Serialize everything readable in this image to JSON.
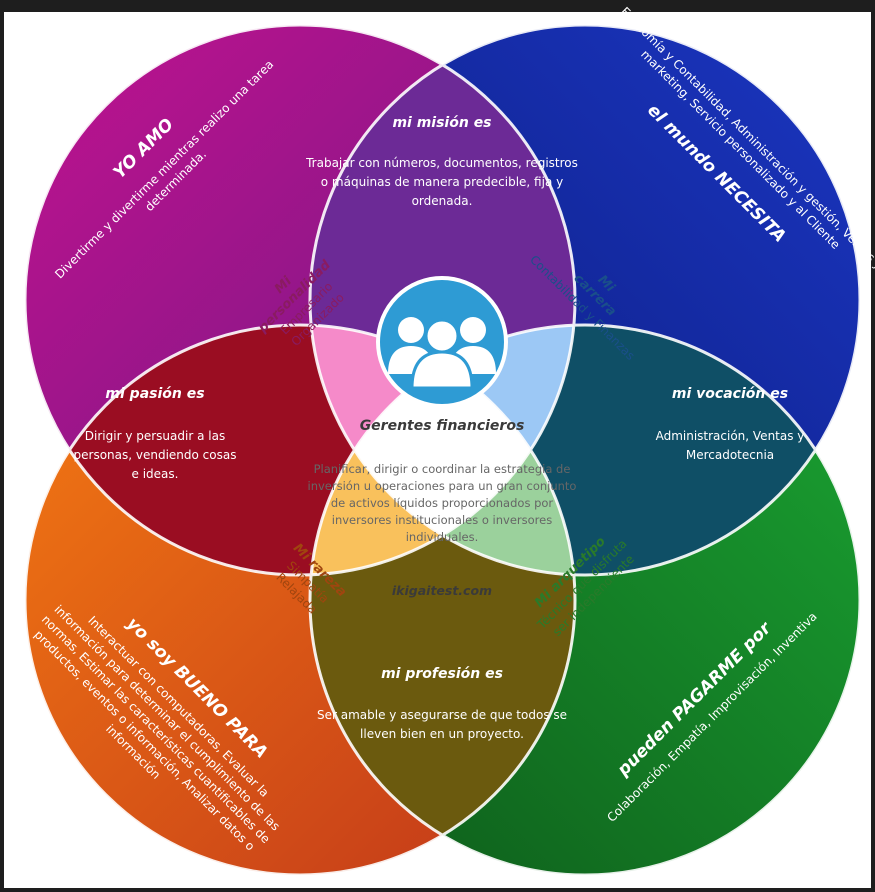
{
  "center": {
    "title": "Gerentes financieros",
    "description": [
      "Planificar, dirigir o coordinar la estrategia de",
      "inversión u operaciones para un gran conjunto",
      "de activos líquidos proporcionados por",
      "inversores institucionales o inversores",
      "individuales."
    ],
    "site": "ikigaitest.com",
    "icon": "people-group-icon"
  },
  "circles": {
    "love": {
      "heading": "YO AMO",
      "lines": [
        "Divertirme y divertirme mientras realizo una tarea",
        "determinada."
      ],
      "color_from": "#c0128f",
      "color_to": "#6a1a84"
    },
    "world_needs": {
      "heading": "el mundo NECESITA",
      "lines": [
        "Economía y Contabilidad, Administración y gestión, Ventas y",
        "marketing, Servicio personalizado y al Cliente"
      ],
      "color_from": "#1b36c2",
      "color_to": "#0b1a78"
    },
    "good_at": {
      "heading": "yo soy BUENO PARA",
      "lines": [
        "Interactuar con computadoras, Evaluar la",
        "información para determinar el cumplimiento de las",
        "normas, Estimar las características cuantificables de",
        "productos, eventos o información, Analizar datos o",
        "información"
      ],
      "color_from": "#f47a12",
      "color_to": "#c0361a"
    },
    "paid_for": {
      "heading": "pueden PAGARME por",
      "lines": [
        "Colaboración, Empatía, Improvisación, Inventiva"
      ],
      "color_from": "#1aa332",
      "color_to": "#0e5a1a"
    }
  },
  "petals": {
    "mission": {
      "heading": "mi misión es",
      "lines": [
        "Trabajar con números, documentos, registros",
        "o máquinas de manera predecible, fija y",
        "ordenada."
      ]
    },
    "passion": {
      "heading": "mi pasión es",
      "lines": [
        "Dirigir y persuadir a las",
        "personas, vendiendo cosas",
        "e ideas."
      ]
    },
    "vocation": {
      "heading": "mi vocación es",
      "lines": [
        "Administración, Ventas y",
        "Mercadotecnia"
      ]
    },
    "profession": {
      "heading": "mi profesión es",
      "lines": [
        "Ser amable y asegurarse de que todos se",
        "lleven bien en un proyecto."
      ]
    }
  },
  "inner": {
    "personality": {
      "heading_lines": [
        "Mi",
        "personalidad"
      ],
      "lines": [
        "Empresario",
        "Organizado"
      ]
    },
    "career": {
      "heading_lines": [
        "Mi",
        "carrera"
      ],
      "lines": [
        "Contabilidad y Finanzas"
      ]
    },
    "rarity": {
      "heading_lines": [
        "Mi rareza"
      ],
      "lines": [
        "Simpatía",
        "Relajada"
      ]
    },
    "archetype": {
      "heading_lines": [
        "Mi arquetipo"
      ],
      "lines": [
        "Técnico que disfruta",
        "ser independiente"
      ]
    }
  },
  "colors": {
    "mission": "#6c2a96",
    "passion": "#9a0d22",
    "vocation": "#0f4f66",
    "profession": "#6b5a0e",
    "personality": "#f58ac9",
    "career": "#9cc8f5",
    "rarity": "#f9c15c",
    "archetype": "#9bd19c",
    "center": "#ffffff",
    "icon_blue": "#2e9bd4",
    "inner_heading_personality": "#8a1b61",
    "inner_heading_career": "#1a4f8a",
    "inner_heading_rarity": "#a0450f",
    "inner_heading_archetype": "#2a7a2a"
  }
}
